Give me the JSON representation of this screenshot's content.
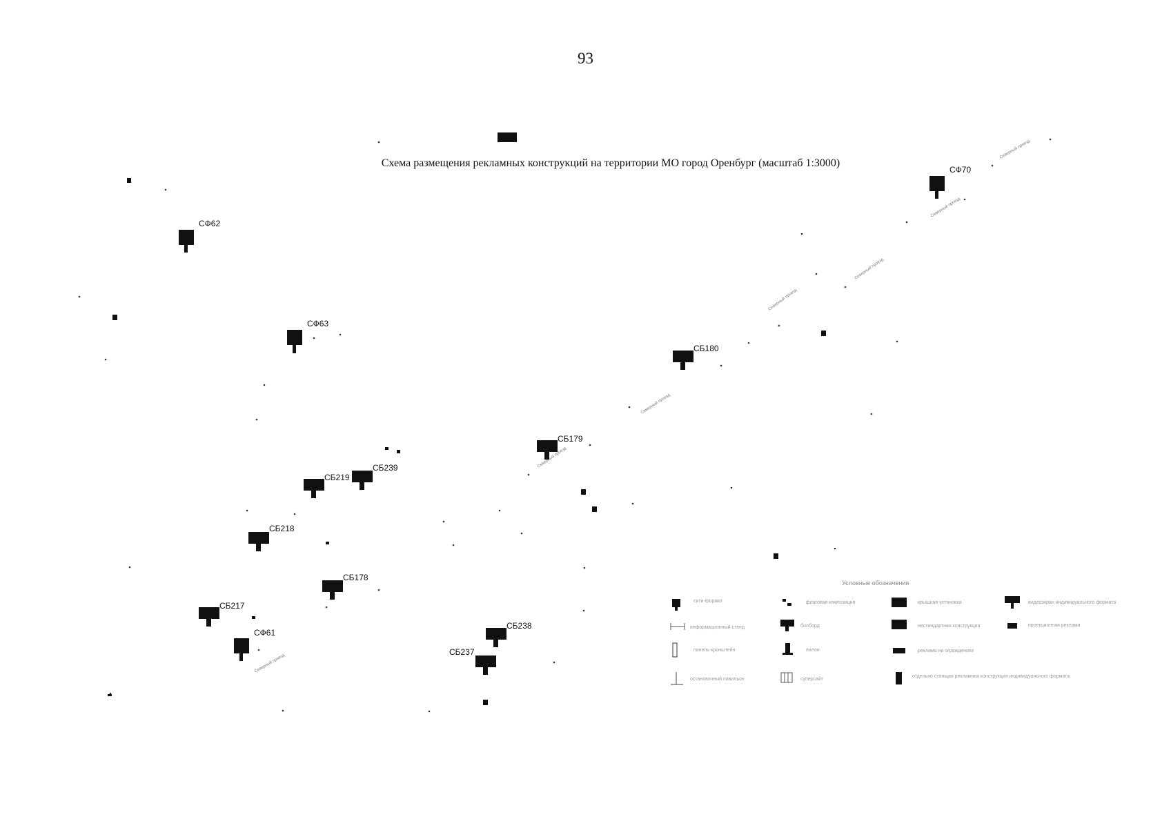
{
  "page_number": "93",
  "map": {
    "title": "Схема размещения рекламных конструкций на территории МО город Оренбург (масштаб 1:3000)",
    "markers": [
      {
        "label": "СФ62",
        "type": "city-format"
      },
      {
        "label": "СФ63",
        "type": "city-format"
      },
      {
        "label": "СФ70",
        "type": "city-format"
      },
      {
        "label": "СБ180",
        "type": "billboard"
      },
      {
        "label": "СБ179",
        "type": "billboard"
      },
      {
        "label": "СБ219",
        "type": "billboard"
      },
      {
        "label": "СБ239",
        "type": "billboard"
      },
      {
        "label": "СБ218",
        "type": "billboard"
      },
      {
        "label": "СБ178",
        "type": "billboard"
      },
      {
        "label": "СБ217",
        "type": "billboard"
      },
      {
        "label": "СФ61",
        "type": "city-format"
      },
      {
        "label": "СБ238",
        "type": "billboard"
      },
      {
        "label": "СБ237",
        "type": "billboard"
      }
    ],
    "street_labels": [
      "Северный проезд",
      "Северный проезд",
      "Северный проезд",
      "Северный проезд",
      "Северный проезд",
      "Северный проезд",
      "Северный проезд"
    ]
  },
  "legend": {
    "title": "Условные обозначения",
    "items": [
      {
        "label": "сити-формат",
        "icon": "city-format-icon"
      },
      {
        "label": "флаговая композиция",
        "icon": "flag-icon"
      },
      {
        "label": "крышная установка",
        "icon": "roof-icon"
      },
      {
        "label": "видеоэкран индивидуального формата",
        "icon": "video-screen-icon"
      },
      {
        "label": "информационный стенд",
        "icon": "info-stand-icon"
      },
      {
        "label": "билборд",
        "icon": "billboard-icon"
      },
      {
        "label": "нестандартная конструкция",
        "icon": "nonstandard-icon"
      },
      {
        "label": "проекционная реклама",
        "icon": "projection-icon"
      },
      {
        "label": "панель-кронштейн",
        "icon": "bracket-panel-icon"
      },
      {
        "label": "пилон",
        "icon": "pylon-icon"
      },
      {
        "label": "реклама на ограждениях",
        "icon": "fence-icon"
      },
      {
        "label": "остановочный павильон",
        "icon": "bus-stop-icon"
      },
      {
        "label": "суперсайт",
        "icon": "supersite-icon"
      },
      {
        "label": "отдельно стоящая рекламная конструкция индивидуального формата",
        "icon": "individual-icon"
      }
    ]
  }
}
